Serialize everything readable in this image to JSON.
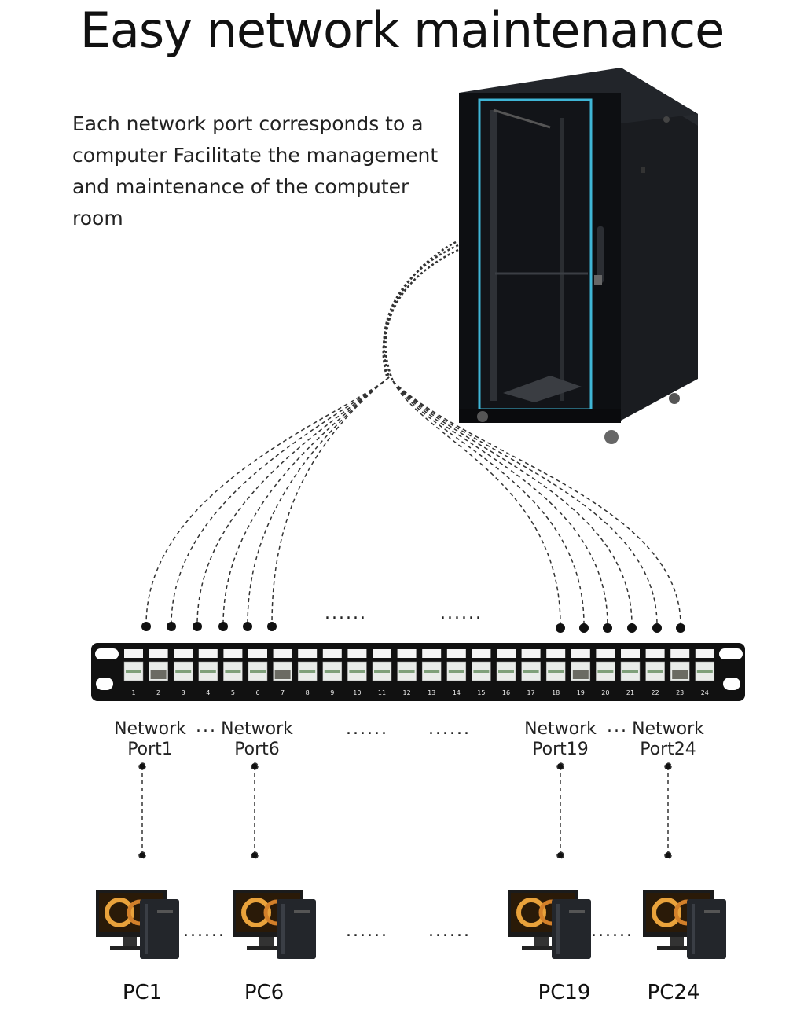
{
  "title": "Easy network maintenance",
  "description": "Each network port corresponds to a computer Facilitate the management and maintenance of the computer room",
  "ellipsis": "......",
  "short_ellipsis": "...",
  "port_labels": [
    {
      "line1": "Network",
      "line2": "Port1"
    },
    {
      "line1": "Network",
      "line2": "Port6"
    },
    {
      "line1": "Network",
      "line2": "Port19"
    },
    {
      "line1": "Network",
      "line2": "Port24"
    }
  ],
  "pc_labels": [
    "PC1",
    "PC6",
    "PC19",
    "PC24"
  ],
  "panel_port_numbers": [
    "1",
    "2",
    "3",
    "4",
    "5",
    "6",
    "7",
    "8",
    "9",
    "10",
    "11",
    "12",
    "13",
    "14",
    "15",
    "16",
    "17",
    "18",
    "19",
    "20",
    "21",
    "22",
    "23",
    "24"
  ],
  "colors": {
    "cabinet": "#0d0f12",
    "cabinet_trim": "#3fb6d6",
    "panel": "#111111",
    "dash": "#333333"
  }
}
